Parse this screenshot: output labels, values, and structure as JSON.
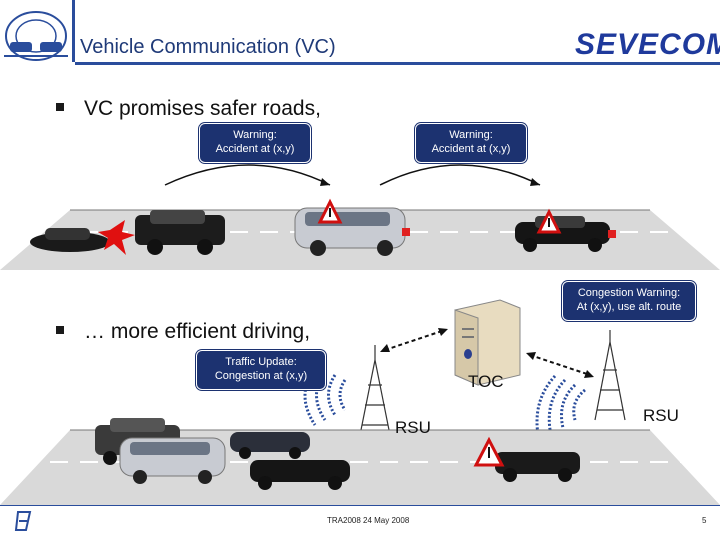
{
  "header": {
    "title": "Vehicle Communication (VC)",
    "logo_text": "SEVECOM"
  },
  "bullets": [
    {
      "text": "VC promises safer roads,"
    },
    {
      "text": "… more efficient driving,"
    }
  ],
  "bubbles": {
    "warning1": [
      "Warning:",
      "Accident at (x,y)"
    ],
    "warning2": [
      "Warning:",
      "Accident at (x,y)"
    ],
    "congestion": [
      "Congestion Warning:",
      "At (x,y), use alt. route"
    ],
    "traffic": [
      "Traffic Update:",
      "Congestion at (x,y)"
    ]
  },
  "labels": {
    "toc": "TOC",
    "rsu_left": "RSU",
    "rsu_right": "RSU"
  },
  "footer": {
    "conference": "TRA2008 24 May 2008",
    "page": "5"
  }
}
